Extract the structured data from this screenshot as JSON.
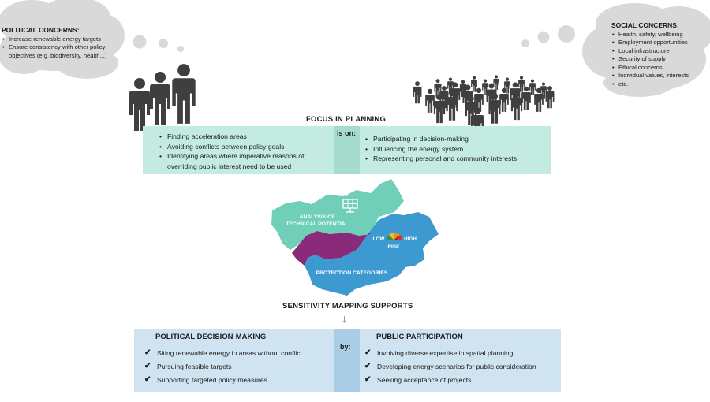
{
  "political_concerns": {
    "title": "POLITICAL CONCERNS:",
    "items": [
      "Increase renewable energy targets",
      "Ensure consistency with other policy objectives (e.g. biodiversity, health...)"
    ]
  },
  "social_concerns": {
    "title": "SOCIAL CONCERNS:",
    "items": [
      "Health, safety, wellbeing",
      "Employment opportunities",
      "Local infrastructure",
      "Security of supply",
      "Ethical concerns",
      "Individual values, interests",
      "etc."
    ]
  },
  "focus": {
    "title": "FOCUS IN PLANNING",
    "middle_label": "is on:",
    "left_items": [
      "Finding acceleration areas",
      "Avoiding conflicts between policy goals",
      "Identifying areas where imperative reasons of overriding public interest need to be used"
    ],
    "right_items": [
      "Participating in decision-making",
      "Influencing the energy system",
      "Representing personal and community interests"
    ]
  },
  "map": {
    "technical_label": "ANALYSIS OF TECHNICAL POTENTIAL",
    "protection_label": "PROTECTION CATEGORIES",
    "risk_low": "LOW",
    "risk_high": "HIGH",
    "risk_label": "RISK",
    "colors": {
      "technical": "#6fcfb8",
      "protection": "#3d9ad1",
      "overlap": "#8a2a7a"
    }
  },
  "sensitivity": {
    "title": "SENSITIVITY MAPPING SUPPORTS",
    "arrow": "↓"
  },
  "supports": {
    "middle_label": "by:",
    "left_title": "POLITICAL DECISION-MAKING",
    "left_items": [
      "Siting renewable energy in areas without conflict",
      "Pursuing feasible targets",
      "Supporting targeted policy measures"
    ],
    "right_title": "PUBLIC PARTICIPATION",
    "right_items": [
      "Involving diverse expertise in spatial planning",
      "Developing energy scenarios for public consideration",
      "Seeking acceptance of projects"
    ],
    "check": "✔"
  }
}
